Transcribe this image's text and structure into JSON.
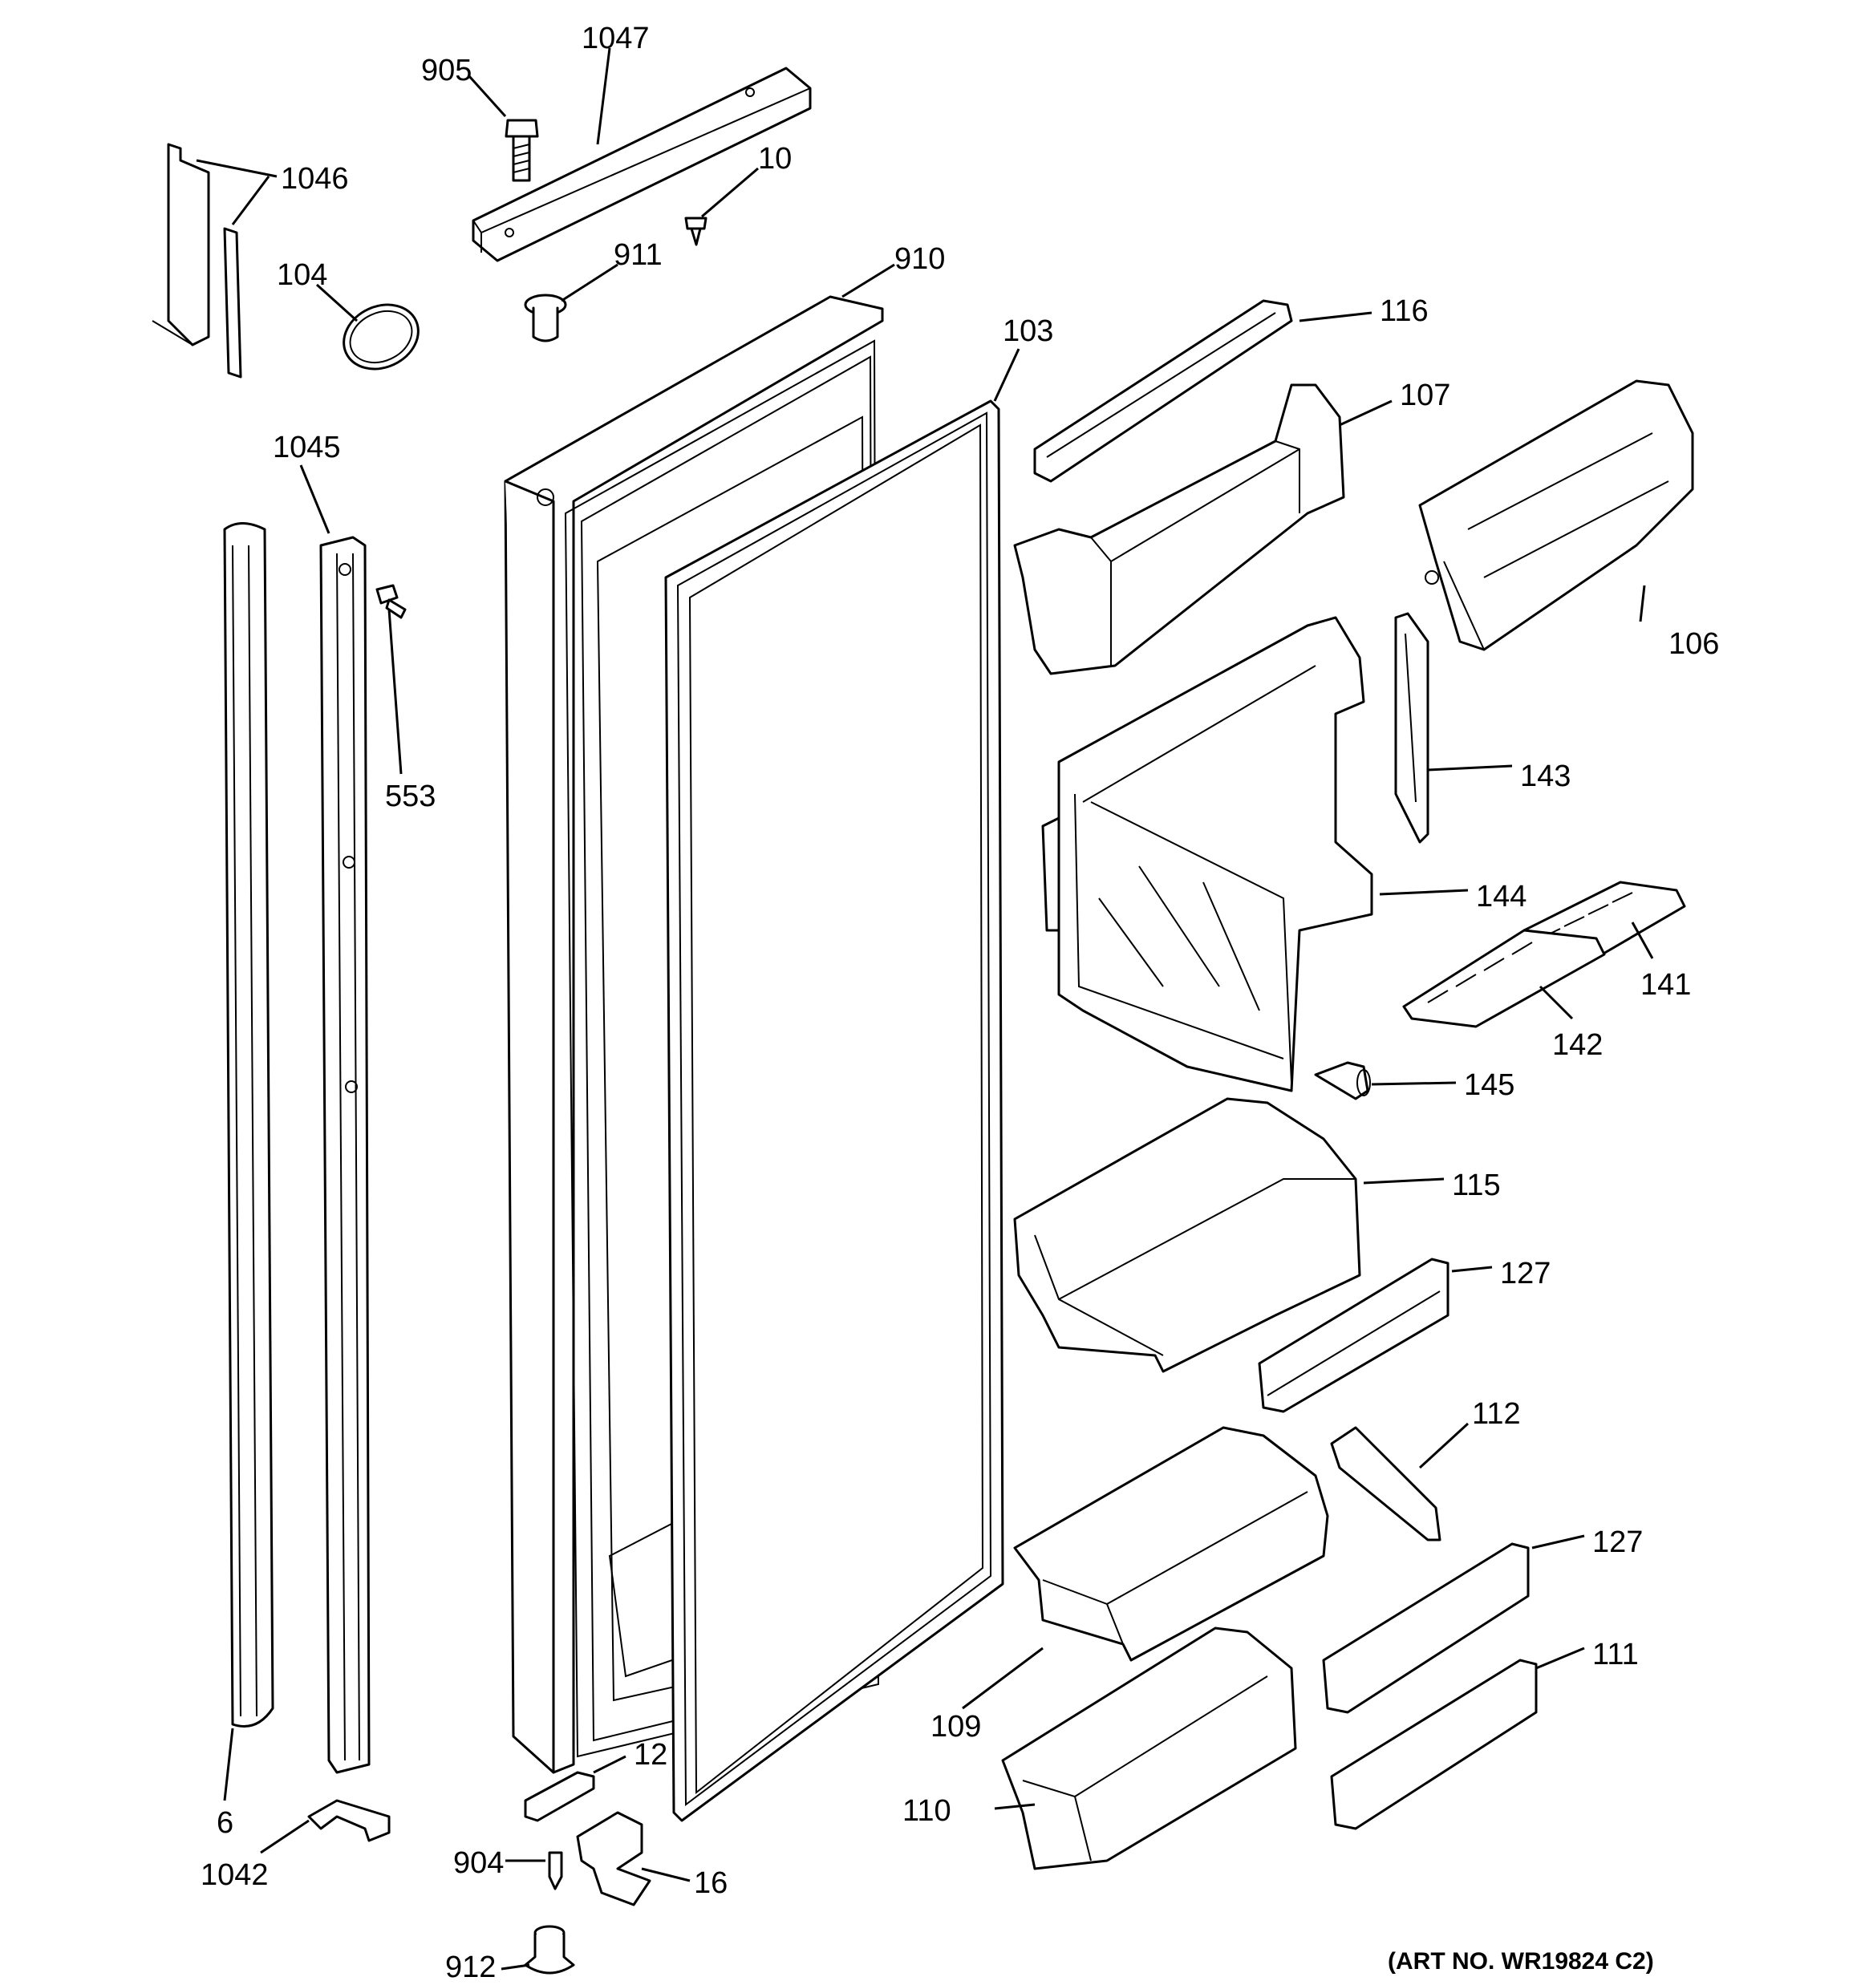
{
  "diagram": {
    "labels": {
      "p905": "905",
      "p1047": "1047",
      "p1046": "1046",
      "p10": "10",
      "p104": "104",
      "p911": "911",
      "p910": "910",
      "p103": "103",
      "p116": "116",
      "p107": "107",
      "p1045": "1045",
      "p106": "106",
      "p553": "553",
      "p143": "143",
      "p144": "144",
      "p141": "141",
      "p142": "142",
      "p145": "145",
      "p115": "115",
      "p127a": "127",
      "p112": "112",
      "p127b": "127",
      "p111": "111",
      "p109": "109",
      "p110": "110",
      "p6": "6",
      "p12": "12",
      "p1042": "1042",
      "p904": "904",
      "p16": "16",
      "p912": "912"
    },
    "art_number": "(ART NO. WR19824 C2)"
  }
}
